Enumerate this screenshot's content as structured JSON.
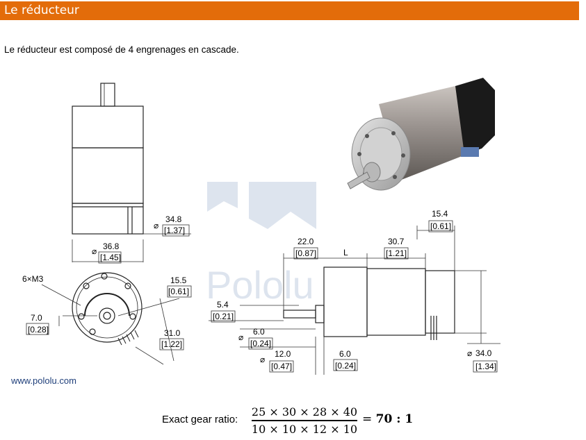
{
  "section": {
    "title": "Le réducteur"
  },
  "intro_text": "Le réducteur est composé de 4 engrenages en cascade.",
  "colors": {
    "header": "#e36c0a",
    "header_text": "#ffffff"
  },
  "drawing": {
    "watermark": "Pololu",
    "dims": {
      "d_body": "34.8",
      "d_body_in": "[1.37]",
      "d_flange": "36.8",
      "d_flange_in": "[1.45]",
      "screws": "6×M3",
      "r_outer": "15.5",
      "r_outer_in": "[0.61]",
      "off_left": "7.0",
      "off_left_in": "[0.28]",
      "bolt_circle": "31.0",
      "bolt_circle_in": "[1.22]",
      "shaft_len": "22.0",
      "shaft_len_in": "[0.87]",
      "L": "L",
      "motor_len": "30.7",
      "motor_len_in": "[1.21]",
      "enc_len": "15.4",
      "enc_len_in": "[0.61]",
      "flat": "5.4",
      "flat_in": "[0.21]",
      "d_shaft": "6.0",
      "d_shaft_in": "[0.24]",
      "d_boss": "12.0",
      "d_boss_in": "[0.47]",
      "boss_len": "6.0",
      "boss_len_in": "[0.24]",
      "d_motor": "34.0",
      "d_motor_in": "[1.34]"
    },
    "symbols": {
      "diameter": "⌀"
    },
    "site": "www.pololu.com"
  },
  "formula": {
    "label": "Exact gear ratio:",
    "numerator": "25 × 30 × 28 × 40",
    "denominator": "10 × 10 × 12 × 10",
    "equals": "=",
    "result": "70 : 1"
  }
}
